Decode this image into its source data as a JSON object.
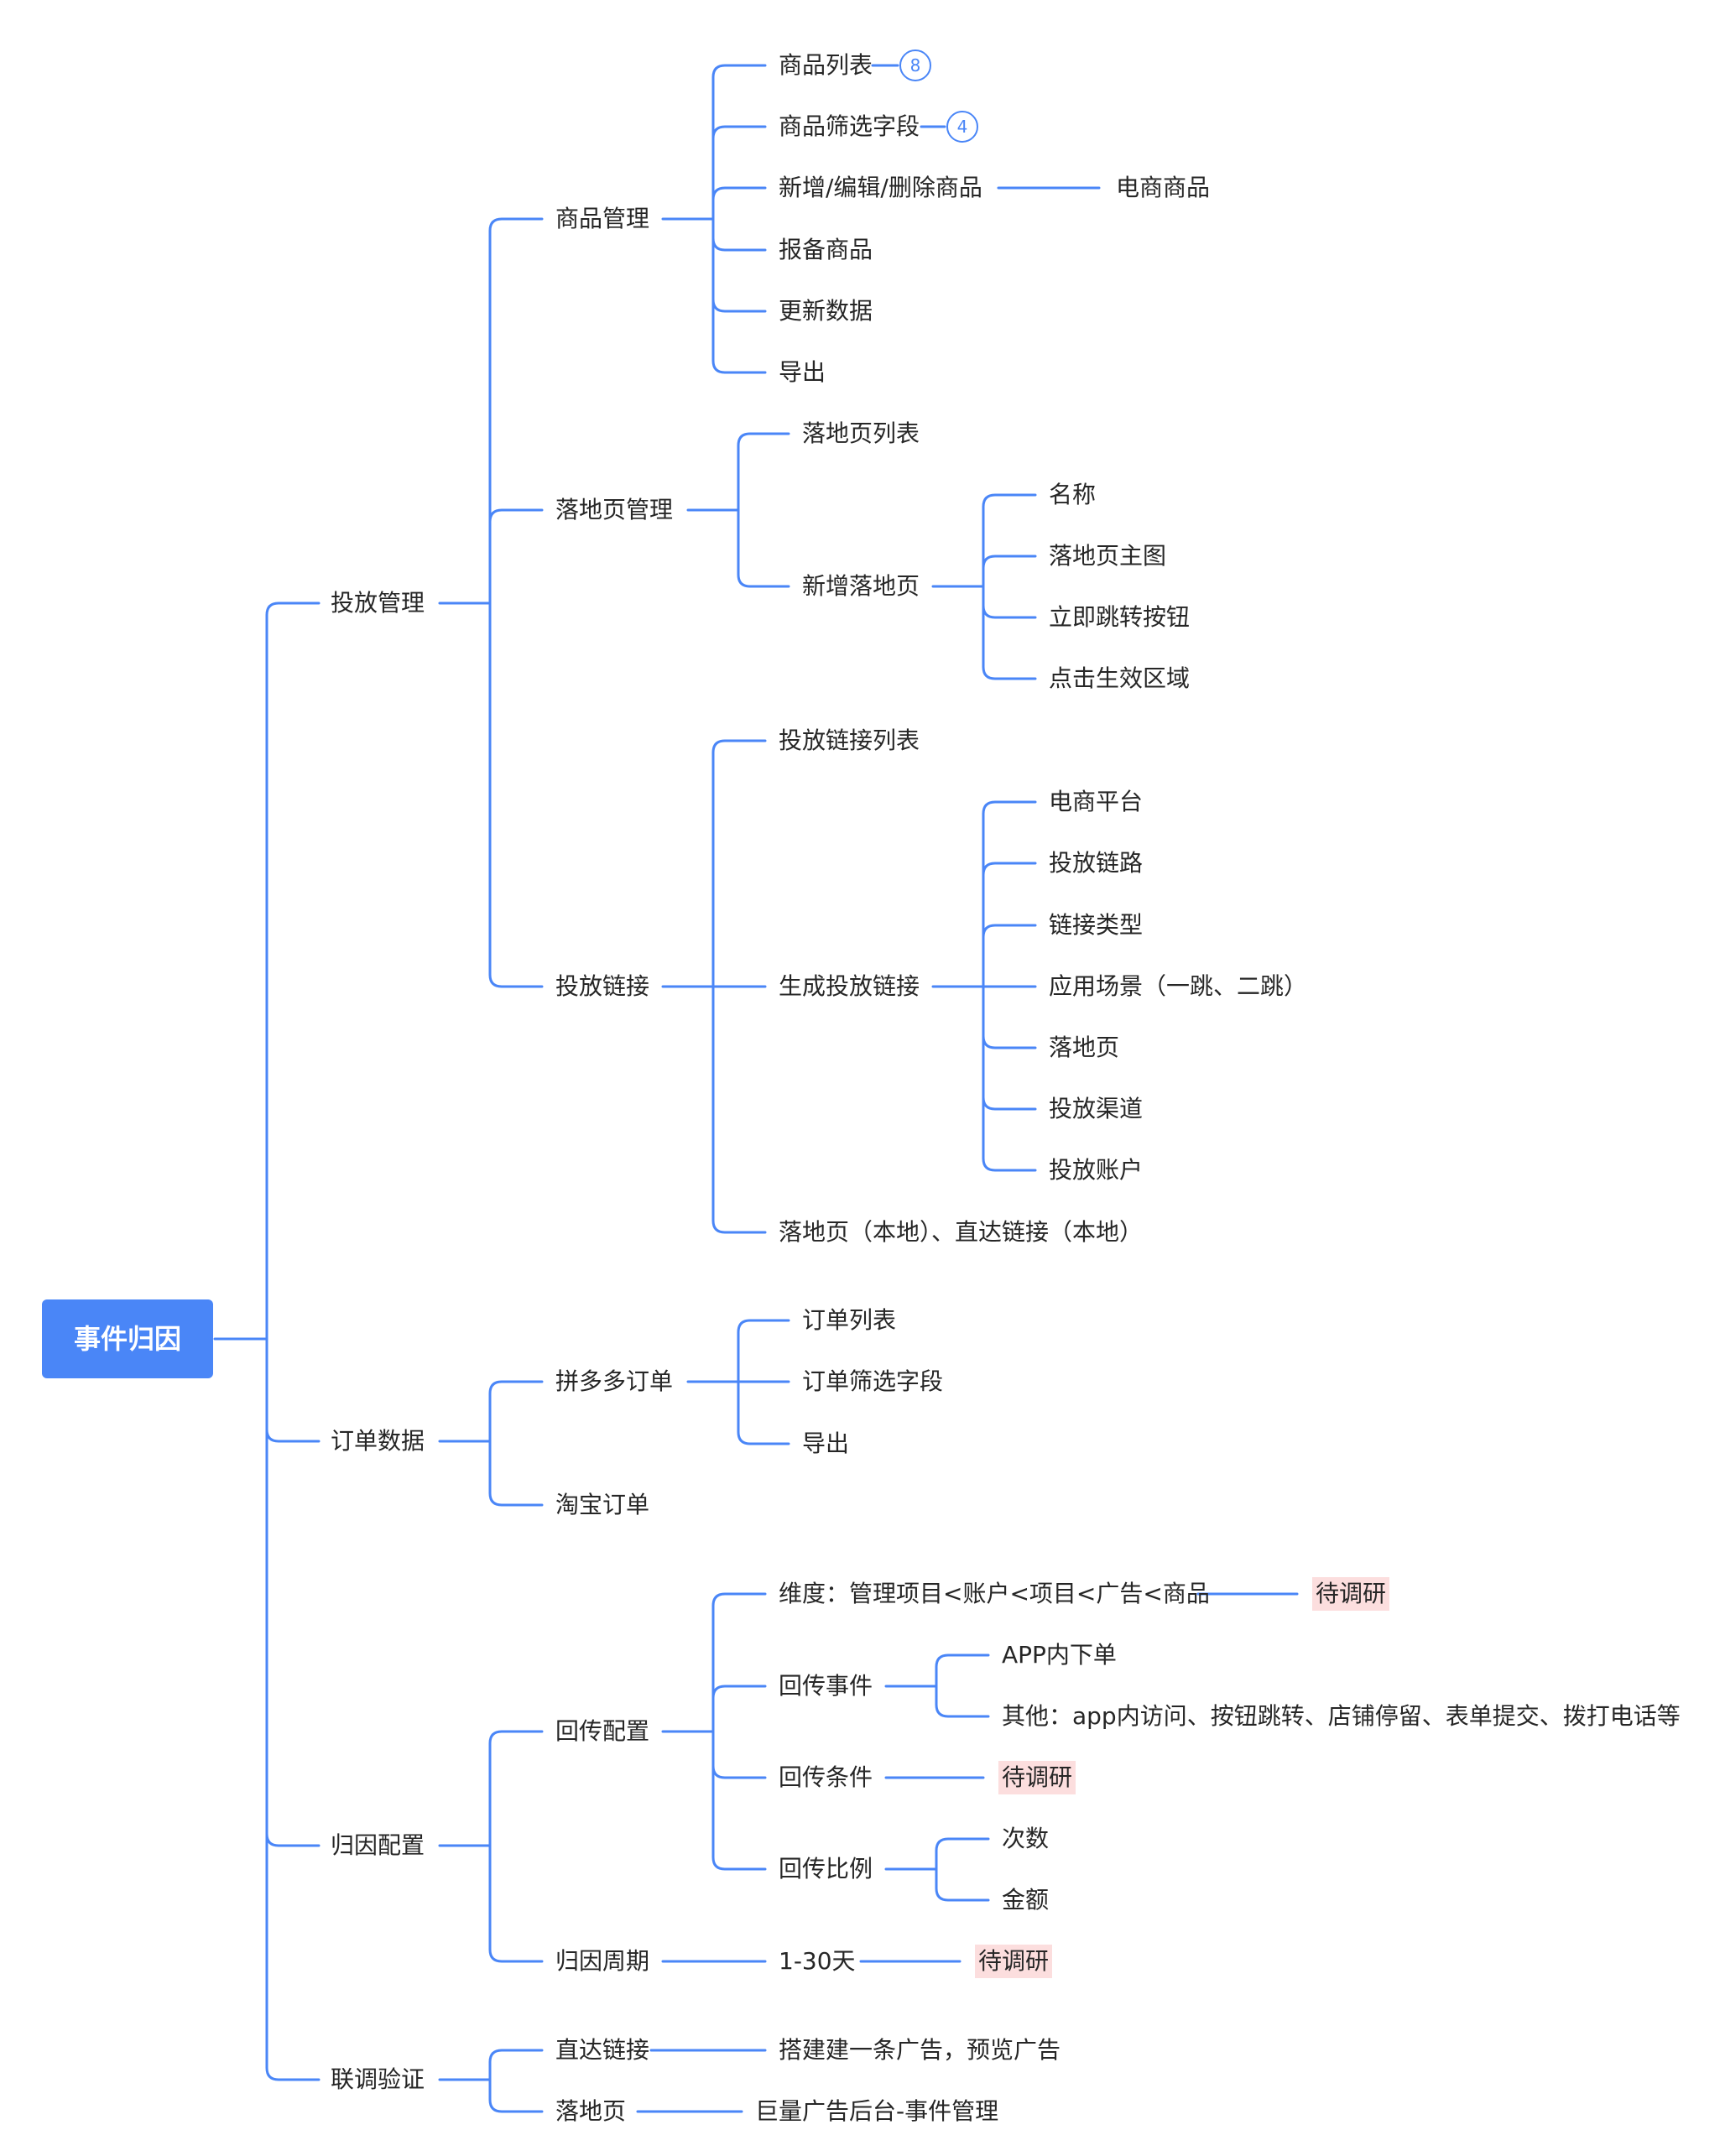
{
  "root": "事件归因",
  "n1": {
    "label": "投放管理",
    "goods": {
      "label": "商品管理",
      "list": "商品列表",
      "list_badge": "8",
      "filter": "商品筛选字段",
      "filter_badge": "4",
      "crud": "新增/编辑/删除商品",
      "ecom": "电商商品",
      "report": "报备商品",
      "update": "更新数据",
      "export": "导出"
    },
    "landing": {
      "label": "落地页管理",
      "list": "落地页列表",
      "add": "新增落地页",
      "add_items": [
        "名称",
        "落地页主图",
        "立即跳转按钮",
        "点击生效区域"
      ]
    },
    "link": {
      "label": "投放链接",
      "list": "投放链接列表",
      "gen": "生成投放链接",
      "gen_items": [
        "电商平台",
        "投放链路",
        "链接类型",
        "应用场景（一跳、二跳）",
        "落地页",
        "投放渠道",
        "投放账户"
      ],
      "local": "落地页（本地）、直达链接（本地）"
    }
  },
  "n2": {
    "label": "订单数据",
    "pdd": {
      "label": "拼多多订单",
      "items": [
        "订单列表",
        "订单筛选字段",
        "导出"
      ]
    },
    "taobao": "淘宝订单"
  },
  "n3": {
    "label": "归因配置",
    "callback": {
      "label": "回传配置",
      "dim": "维度：管理项目<账户<项目<广告<商品",
      "dim_todo": "待调研",
      "event": "回传事件",
      "event_items": [
        "APP内下单",
        "其他：app内访问、按钮跳转、店铺停留、表单提交、拨打电话等"
      ],
      "cond": "回传条件",
      "cond_todo": "待调研",
      "ratio": "回传比例",
      "ratio_items": [
        "次数",
        "金额"
      ]
    },
    "cycle": {
      "label": "归因周期",
      "value": "1-30天",
      "todo": "待调研"
    }
  },
  "n4": {
    "label": "联调验证",
    "direct": {
      "label": "直达链接",
      "value": "搭建建一条广告，预览广告"
    },
    "landing": {
      "label": "落地页",
      "value": "巨量广告后台-事件管理"
    }
  },
  "colors": {
    "line": "#4a86f7",
    "root_bg": "#4a86f7",
    "todo_bg": "#fcdede"
  }
}
